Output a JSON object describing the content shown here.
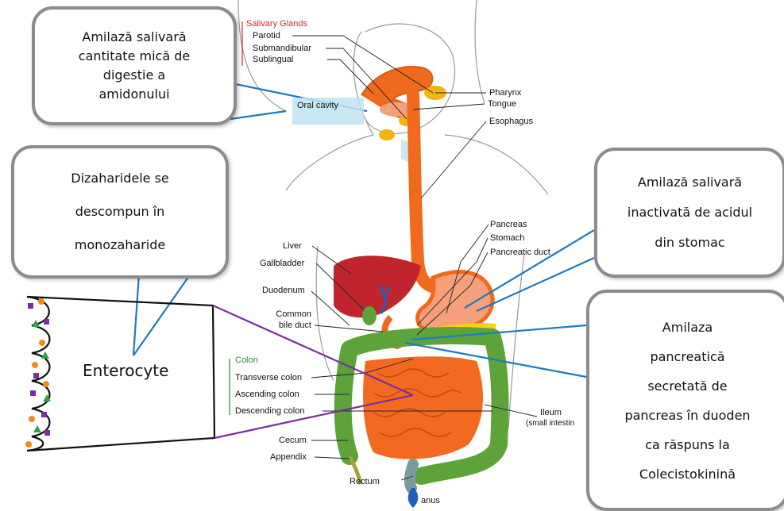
{
  "callouts": {
    "salivary_amylase": "Amilază salivară\ncantitate mică de\ndigestie a\namidonului",
    "disaccharides": "Dizaharidele se\ndescompun în\nmonozaharide",
    "inactivated": "Amilază salivară\ninactivată de acidul\ndin stomac",
    "pancreatic": "Amilaza\npancreatică\nsecretată de\npancreas în duoden\nca răspuns la\nColecistokinină"
  },
  "labels": {
    "salivary_glands": "Salivary Glands",
    "parotid": "Parotid",
    "submandibular": "Submandibular",
    "sublingual": "Sublingual",
    "oral_cavity": "Oral cavity",
    "pharynx": "Pharynx",
    "tongue": "Tongue",
    "esophagus": "Esophagus",
    "liver": "Liver",
    "gallbladder": "Gallbladder",
    "duodenum": "Duodenum",
    "common_bile_duct_1": "Common",
    "common_bile_duct_2": "bile duct",
    "pancreas": "Pancreas",
    "stomach": "Stomach",
    "pancreatic_duct": "Pancreatic duct",
    "colon": "Colon",
    "transverse_colon": "Transverse colon",
    "ascending_colon": "Ascending colon",
    "descending_colon": "Descending colon",
    "ileum_1": "Ileum",
    "ileum_2": "(small intestin",
    "cecum": "Cecum",
    "appendix": "Appendix",
    "rectum": "Rectum",
    "anus": "anus",
    "enterocyte": "Enterocyte"
  },
  "colors": {
    "callout_border": "#8c8c8c",
    "pointer_blue": "#1f7ac0",
    "pointer_purple": "#7a2f9a",
    "esophagus_orange": "#f06a1e",
    "liver_red": "#c0242c",
    "colon_green": "#5da33a",
    "small_intestine_orange": "#f26a22",
    "stomach_peach": "#f5a07a"
  }
}
